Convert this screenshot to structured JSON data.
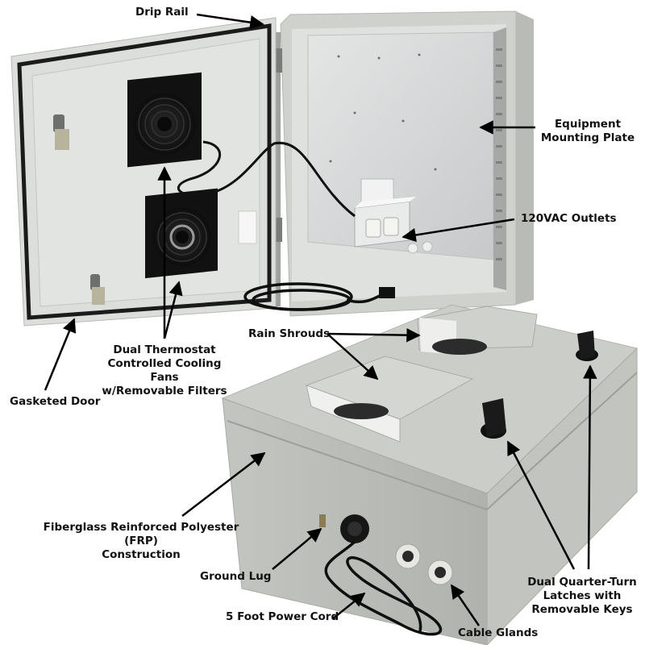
{
  "image": {
    "subject": "Outdoor fiberglass electrical enclosure with cooling fans — annotated feature diagram",
    "colors": {
      "background": "#ffffff",
      "enclosure_body": "#c9cbc6",
      "enclosure_shadow": "#a9aba6",
      "mounting_plate": "#d6d8d8",
      "fan": "#151515",
      "gasket": "#1b1b1b",
      "cord": "#0f0f0f",
      "label_text": "#111111"
    }
  },
  "callouts": {
    "drip_rail": "Drip Rail",
    "equipment_mounting_plate": "Equipment\nMounting Plate",
    "outlets": "120VAC Outlets",
    "rain_shrouds": "Rain Shrouds",
    "cooling_fans": "Dual Thermostat\nControlled Cooling Fans\nw/Removable Filters",
    "gasketed_door": "Gasketed Door",
    "frp_construction": "Fiberglass Reinforced Polyester (FRP)\nConstruction",
    "ground_lug": "Ground Lug",
    "power_cord": "5 Foot Power Cord",
    "cable_glands": "Cable Glands",
    "latches": "Dual Quarter-Turn\nLatches with\nRemovable Keys"
  }
}
